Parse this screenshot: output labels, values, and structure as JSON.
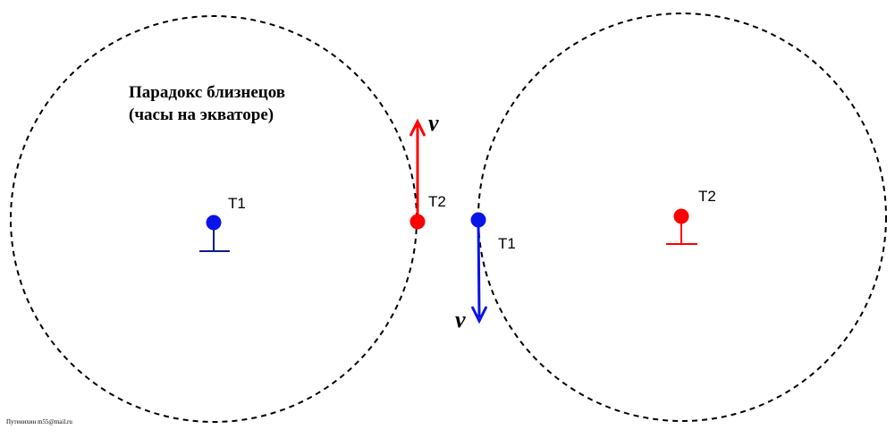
{
  "title": {
    "line1": "Парадокс близнецов",
    "line2": "(часы на экваторе)"
  },
  "colors": {
    "blue": "#0a14e8",
    "red": "#ff0000",
    "navy": "#0f1a8c",
    "dashed": "#000000"
  },
  "left_system": {
    "clock_label": "T1",
    "equator_clock_label": "T2",
    "velocity_label": "v"
  },
  "right_system": {
    "clock_label": "T2",
    "equator_clock_label": "T1",
    "velocity_label": "v"
  },
  "credit": "Путенихин m55@mail.ru"
}
